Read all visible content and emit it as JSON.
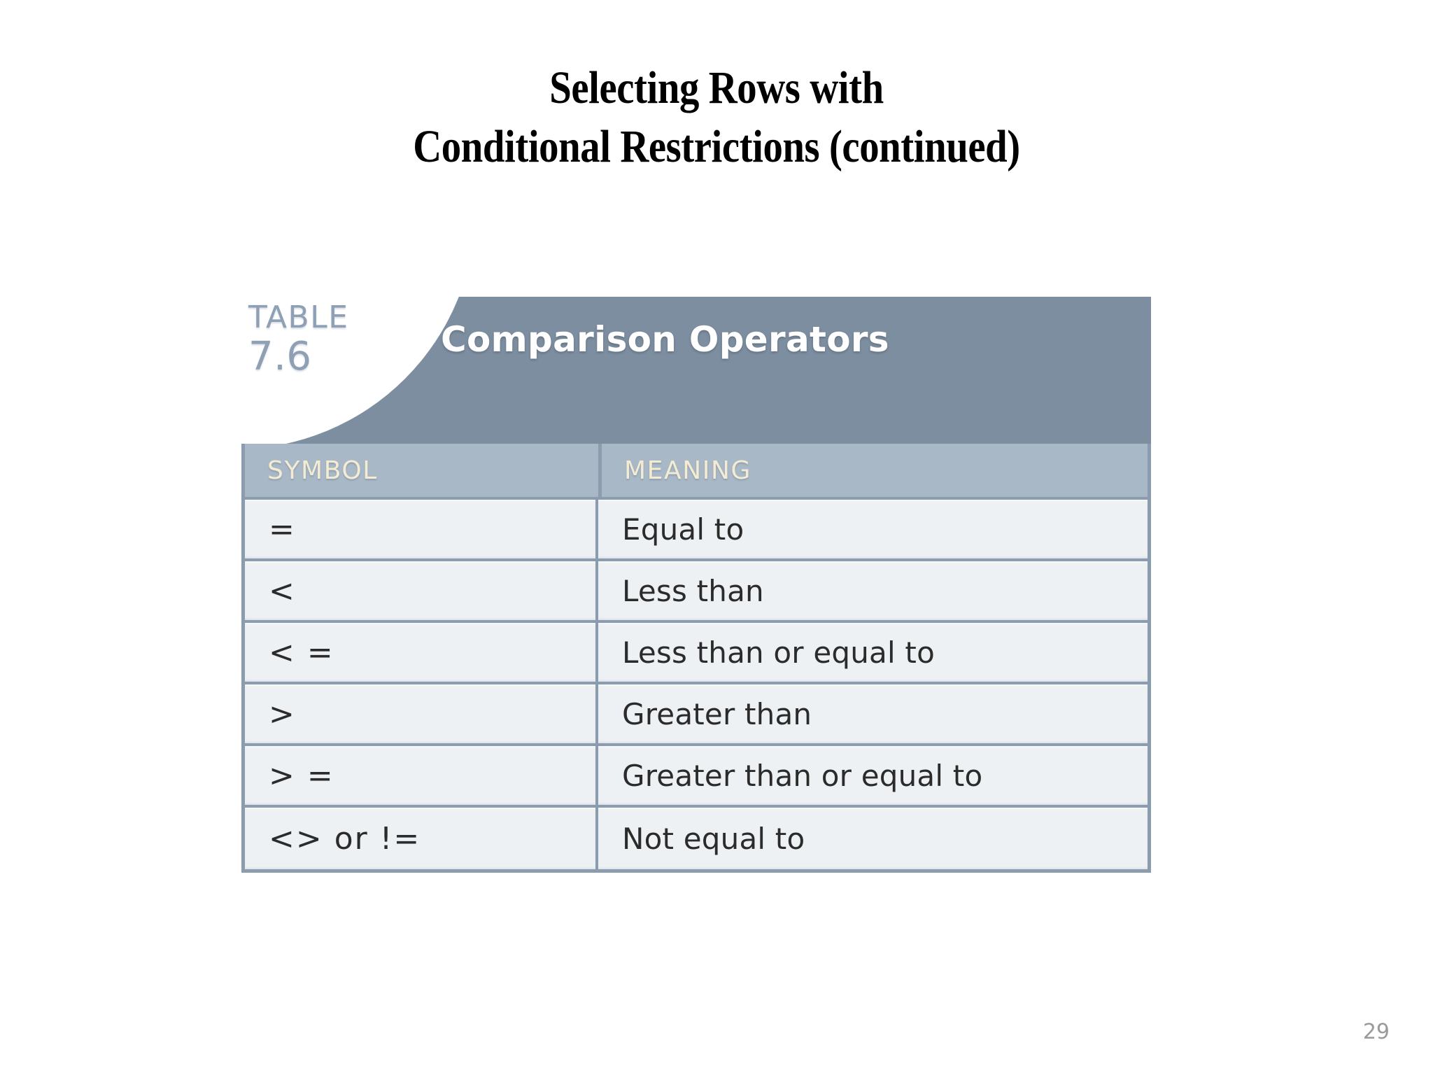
{
  "slide": {
    "title_line1": "Selecting Rows with",
    "title_line2": "Conditional Restrictions (continued)",
    "page_number": "29"
  },
  "figure": {
    "caption_word": "TABLE",
    "caption_number": "7.6",
    "header_title": "Comparison Operators",
    "colors": {
      "header_band": "#7d8ea0",
      "column_header_band": "#a9b8c7",
      "column_header_text": "#f3ecd2",
      "row_background": "#eef1f4",
      "border": "#8b9cae",
      "caption_text": "#8fa0b4",
      "page_number_text": "#9a9a9a"
    },
    "columns": [
      "SYMBOL",
      "MEANING"
    ],
    "rows": [
      {
        "symbol": "=",
        "meaning": "Equal to"
      },
      {
        "symbol": "<",
        "meaning": "Less than"
      },
      {
        "symbol": "< =",
        "meaning": "Less than or equal to"
      },
      {
        "symbol": ">",
        "meaning": "Greater than"
      },
      {
        "symbol": "> =",
        "meaning": "Greater than or equal to"
      },
      {
        "symbol": "<> or !=",
        "meaning": "Not equal to"
      }
    ]
  }
}
